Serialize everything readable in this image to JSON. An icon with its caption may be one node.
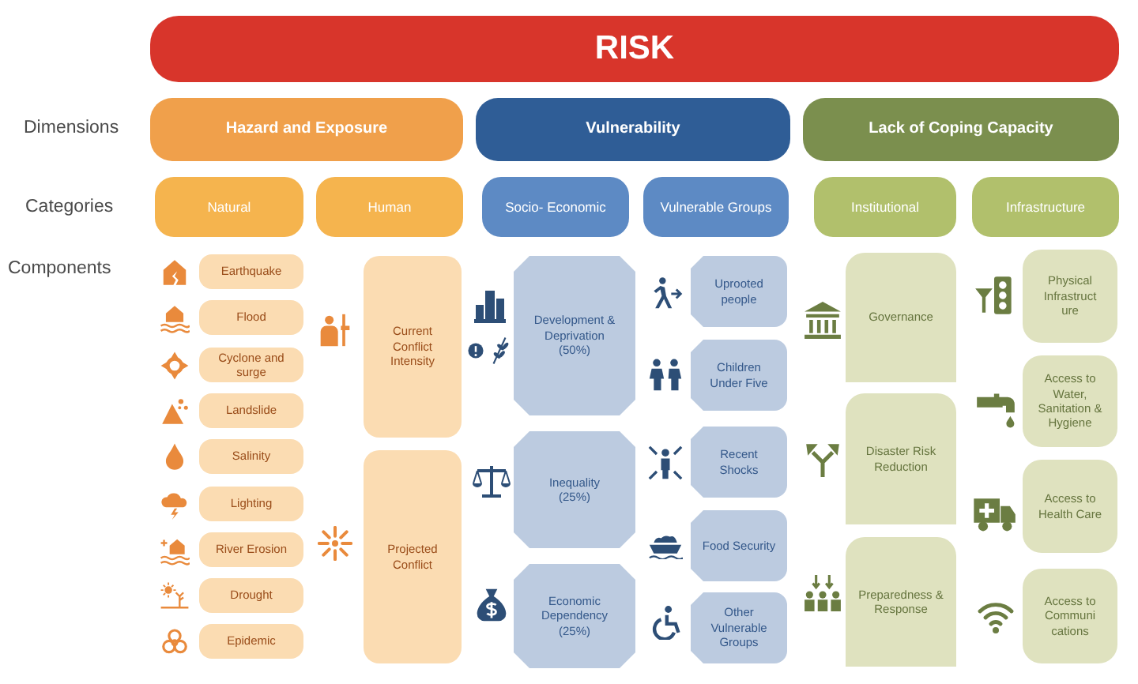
{
  "diagram": {
    "nodes": [
      {
        "text": [
          "RISK"
        ]
      },
      {
        "text": [
          "Hazard and Exposure"
        ]
      },
      {
        "text": [
          "Vulnerability"
        ]
      },
      {
        "text": [
          "Lack of Coping Capacity"
        ]
      },
      {
        "text": [
          "Natural"
        ]
      },
      {
        "text": [
          "Human"
        ]
      },
      {
        "text": [
          "Socio- Economic"
        ]
      },
      {
        "text": [
          "Vulnerable Groups"
        ]
      },
      {
        "text": [
          "Institutional"
        ]
      },
      {
        "text": [
          "Infrastructure"
        ]
      },
      {
        "text": [
          "Earthquake"
        ]
      },
      {
        "text": [
          "Flood"
        ]
      },
      {
        "text": [
          "Cyclone and surge"
        ]
      },
      {
        "text": [
          "Landslide"
        ]
      },
      {
        "text": [
          "Salinity"
        ]
      },
      {
        "text": [
          "Lighting"
        ]
      },
      {
        "text": [
          "River Erosion"
        ]
      },
      {
        "text": [
          "Drought"
        ]
      },
      {
        "text": [
          "Epidemic"
        ]
      },
      {
        "text": [
          "Current Conflict Intensity"
        ]
      },
      {
        "text": [
          "Projected Conflict"
        ]
      },
      {
        "text": [
          "Development & Deprivation (50%)"
        ]
      },
      {
        "text": [
          "Inequality (25%)"
        ]
      },
      {
        "text": [
          "Economic Dependency (25%)"
        ]
      },
      {
        "text": [
          "Uprooted people"
        ]
      },
      {
        "text": [
          "Children Under Five"
        ]
      },
      {
        "text": [
          "Recent Shocks"
        ]
      },
      {
        "text": [
          "Food Security"
        ]
      },
      {
        "text": [
          "Other Vulnerable Groups"
        ]
      },
      {
        "text": [
          "Governance"
        ]
      },
      {
        "text": [
          "Disaster Risk Reduction"
        ]
      },
      {
        "text": [
          "Preparedness & Response"
        ]
      },
      {
        "text": [
          "Physical Infrastruct ure"
        ]
      },
      {
        "text": [
          "Access to Water, Sanitation & Hygiene"
        ]
      },
      {
        "text": [
          "Access to Health Care"
        ]
      },
      {
        "text": [
          "Access to Communi cations"
        ]
      }
    ],
    "edges": [],
    "labels": [
      "Dimensions",
      "Categories",
      "Components"
    ]
  }
}
